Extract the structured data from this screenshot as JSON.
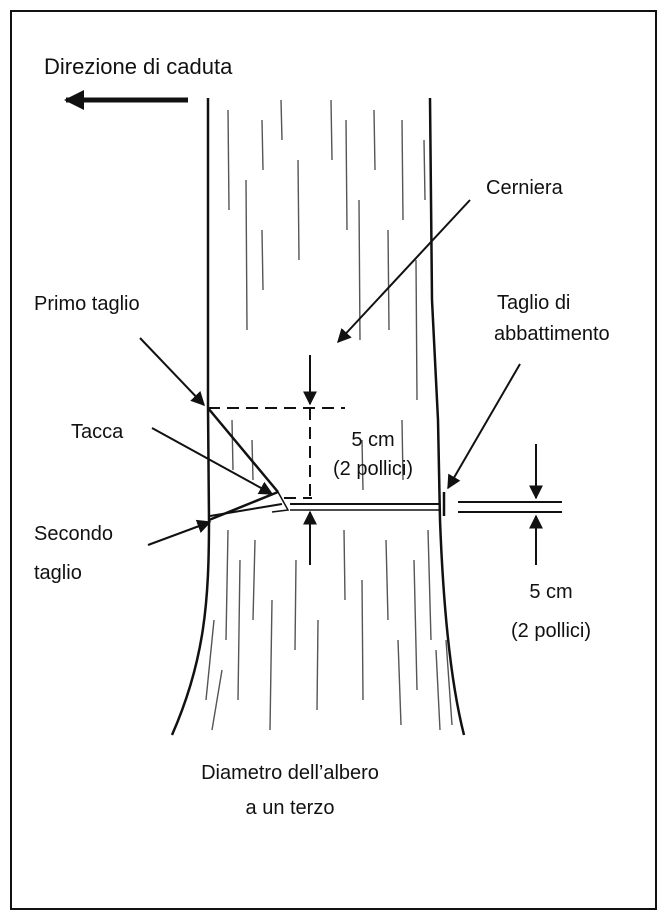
{
  "labels": {
    "fall_direction": "Direzione di caduta",
    "hinge": "Cerniera",
    "first_cut": "Primo taglio",
    "notch": "Tacca",
    "second_cut_line1": "Secondo",
    "second_cut_line2": "taglio",
    "felling_cut_line1": "Taglio di",
    "felling_cut_line2": "abbattimento",
    "dim_center_value": "5 cm",
    "dim_center_inch": "(2 pollici)",
    "dim_right_value": "5 cm",
    "dim_right_inch": "(2 pollici)",
    "diameter_line1": "Diametro dell’albero",
    "diameter_line2": "a un terzo"
  },
  "colors": {
    "ink": "#111111",
    "bark_texture": "#555555",
    "background": "#ffffff"
  }
}
